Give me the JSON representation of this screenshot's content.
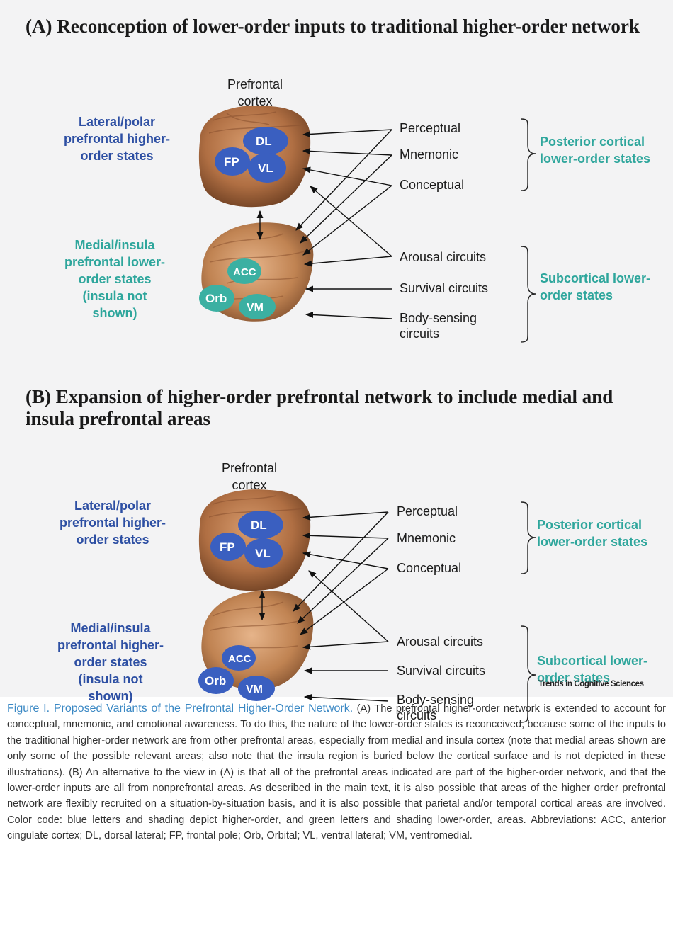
{
  "panel_a": {
    "title": "(A) Reconception of lower-order inputs to traditional higher-order network",
    "prefrontal_cortex": "Prefrontal cortex",
    "top_group_label": "Lateral/polar prefrontal higher-order states",
    "bottom_group_label": "Medial/insula prefrontal lower-order states (insula not shown)",
    "top_regions": [
      "DL",
      "FP",
      "VL"
    ],
    "bottom_regions": [
      "ACC",
      "Orb",
      "VM"
    ],
    "cortical_inputs": [
      "Perceptual",
      "Mnemonic",
      "Conceptual"
    ],
    "subcortical_inputs": [
      "Arousal circuits",
      "Survival circuits",
      "Body-sensing circuits"
    ],
    "posterior_label": "Posterior cortical lower-order states",
    "subcortical_label": "Subcortical lower-order states"
  },
  "panel_b": {
    "title": "(B) Expansion of higher-order prefrontal network to include medial and insula prefrontal areas",
    "prefrontal_cortex": "Prefrontal cortex",
    "top_group_label": "Lateral/polar prefrontal higher-order states",
    "bottom_group_label": "Medial/insula prefrontal higher-order states (insula not shown)",
    "top_regions": [
      "DL",
      "FP",
      "VL"
    ],
    "bottom_regions": [
      "ACC",
      "Orb",
      "VM"
    ],
    "cortical_inputs": [
      "Perceptual",
      "Mnemonic",
      "Conceptual"
    ],
    "subcortical_inputs": [
      "Arousal circuits",
      "Survival circuits",
      "Body-sensing circuits"
    ],
    "posterior_label": "Posterior cortical lower-order states",
    "subcortical_label": "Subcortical lower-order states"
  },
  "credit": "Trends in Cognitive Sciences",
  "caption": {
    "title": "Figure I. Proposed Variants of the Prefrontal Higher-Order Network.",
    "body": "(A) The prefrontal higher-order network is extended to account for conceptual, mnemonic, and emotional awareness. To do this, the nature of the lower-order states is reconceived, because some of the inputs to the traditional higher-order network are from other prefrontal areas, especially from medial and insula cortex (note that medial areas shown are only some of the possible relevant areas; also note that the insula region is buried below the cortical surface and is not depicted in these illustrations). (B) An alternative to the view in (A) is that all of the prefrontal areas indicated are part of the higher-order network, and that the lower-order inputs are all from nonprefrontal areas. As described in the main text, it is also possible that areas of the higher order prefrontal network are flexibly recruited on a situation-by-situation basis, and it is also possible that parietal and/or temporal cortical areas are involved. Color code: blue letters and shading depict higher-order, and green letters and shading lower-order, areas. Abbreviations: ACC, anterior cingulate cortex; DL, dorsal lateral; FP, frontal pole; Orb, Orbital; VL, ventral lateral; VM, ventromedial."
  },
  "colors": {
    "higher_order": "#2d4fa3",
    "lower_order": "#2ea69c",
    "region_blue": "#3a5fc0",
    "region_green": "#3bb0a2",
    "brain": "#b97a50"
  }
}
